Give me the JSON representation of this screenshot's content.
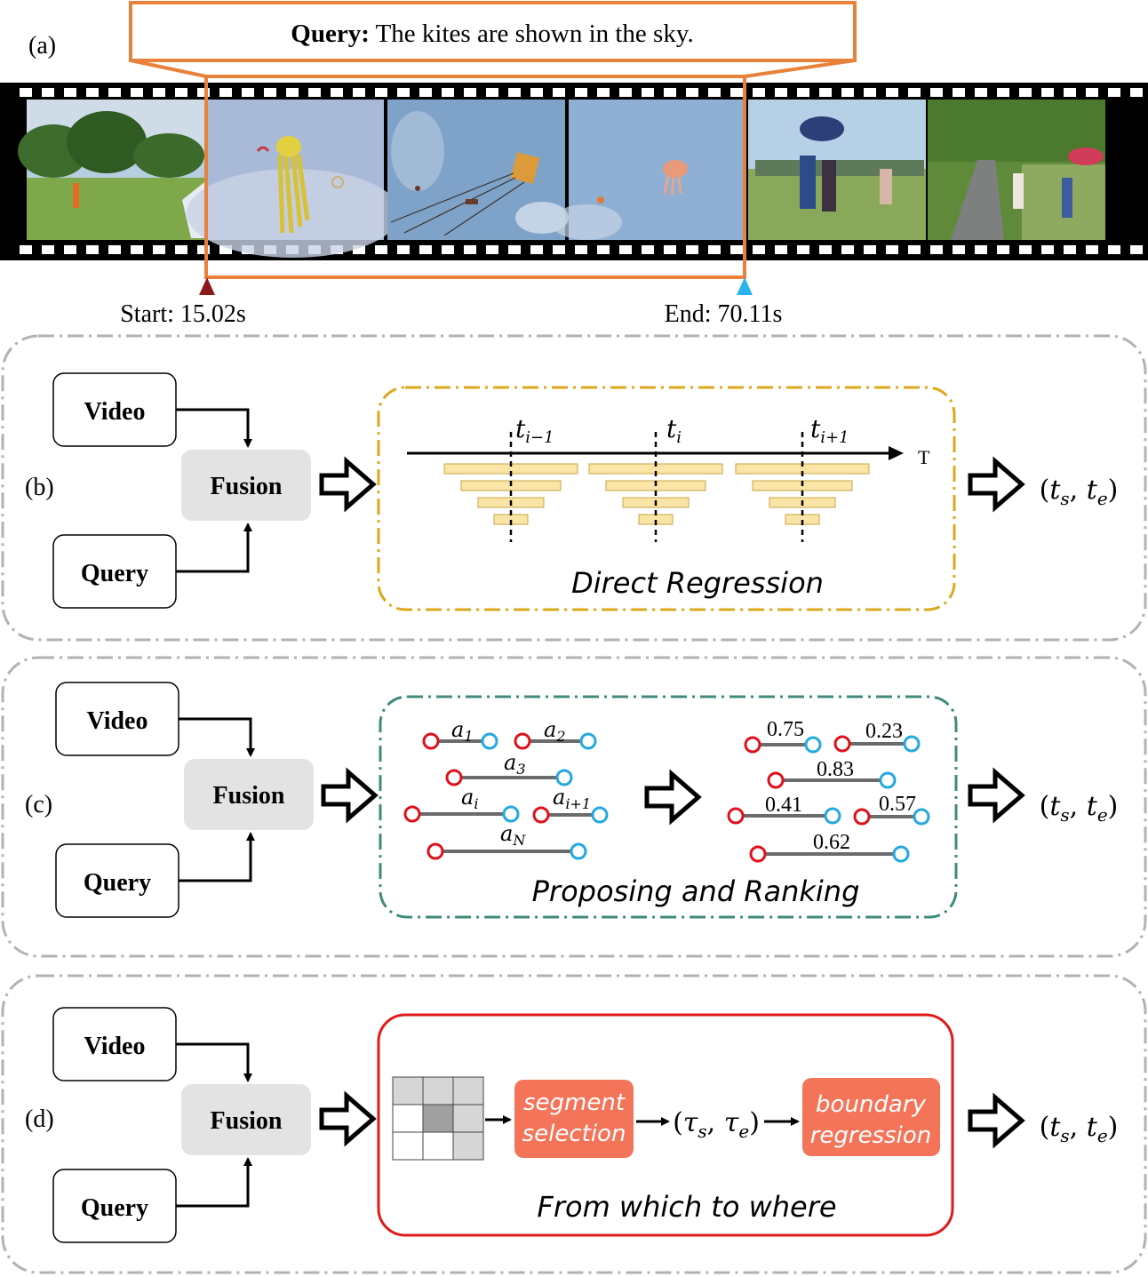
{
  "panel_a": {
    "label": "(a)",
    "query_bold": "Query:",
    "query_text": " The kites are shown in the sky.",
    "start_label": "Start: 15.02s",
    "end_label": "End: 70.11s",
    "frames": [
      {
        "name": "park-field-frame"
      },
      {
        "name": "octopus-kite-frame"
      },
      {
        "name": "flying-kites-frame"
      },
      {
        "name": "jellyfish-kite-frame"
      },
      {
        "name": "people-umbrella-frame"
      },
      {
        "name": "crowd-path-frame"
      }
    ]
  },
  "common": {
    "video": "Video",
    "query": "Query",
    "fusion": "Fusion",
    "output": {
      "open": "(",
      "t": "t",
      "s": "s",
      "comma": ", ",
      "e": "e",
      "close": ")"
    }
  },
  "panel_b": {
    "label": "(b)",
    "title": "Direct Regression",
    "axis_label": "T",
    "ticks": [
      {
        "base": "t",
        "sub": "i−1"
      },
      {
        "base": "t",
        "sub": "i"
      },
      {
        "base": "t",
        "sub": "i+1"
      }
    ],
    "colors": {
      "box": "#dba91b",
      "bar_fill": "#fae4a6",
      "bar_stroke": "#c9a445"
    }
  },
  "panel_c": {
    "label": "(c)",
    "title": "Proposing and Ranking",
    "anchors": [
      {
        "base": "a",
        "sub": "1"
      },
      {
        "base": "a",
        "sub": "2"
      },
      {
        "base": "a",
        "sub": "3"
      },
      {
        "base": "a",
        "sub": "i"
      },
      {
        "base": "a",
        "sub": "i+1"
      },
      {
        "base": "a",
        "sub": "N"
      }
    ],
    "scores": [
      "0.75",
      "0.23",
      "0.83",
      "0.41",
      "0.57",
      "0.62"
    ],
    "colors": {
      "box": "#3f8a7a",
      "start": "#e0101a",
      "end": "#23a8e0",
      "line": "#6b6b6b"
    }
  },
  "panel_d": {
    "label": "(d)",
    "title": "From which to where",
    "step1": [
      "segment",
      "selection"
    ],
    "mid": {
      "open": "(",
      "t": "τ",
      "s": "s",
      "comma": ", ",
      "e": "e",
      "close": ")"
    },
    "step2": [
      "boundary",
      "regression"
    ],
    "colors": {
      "box": "#e01a1a",
      "step_fill": "#f4745a"
    }
  }
}
